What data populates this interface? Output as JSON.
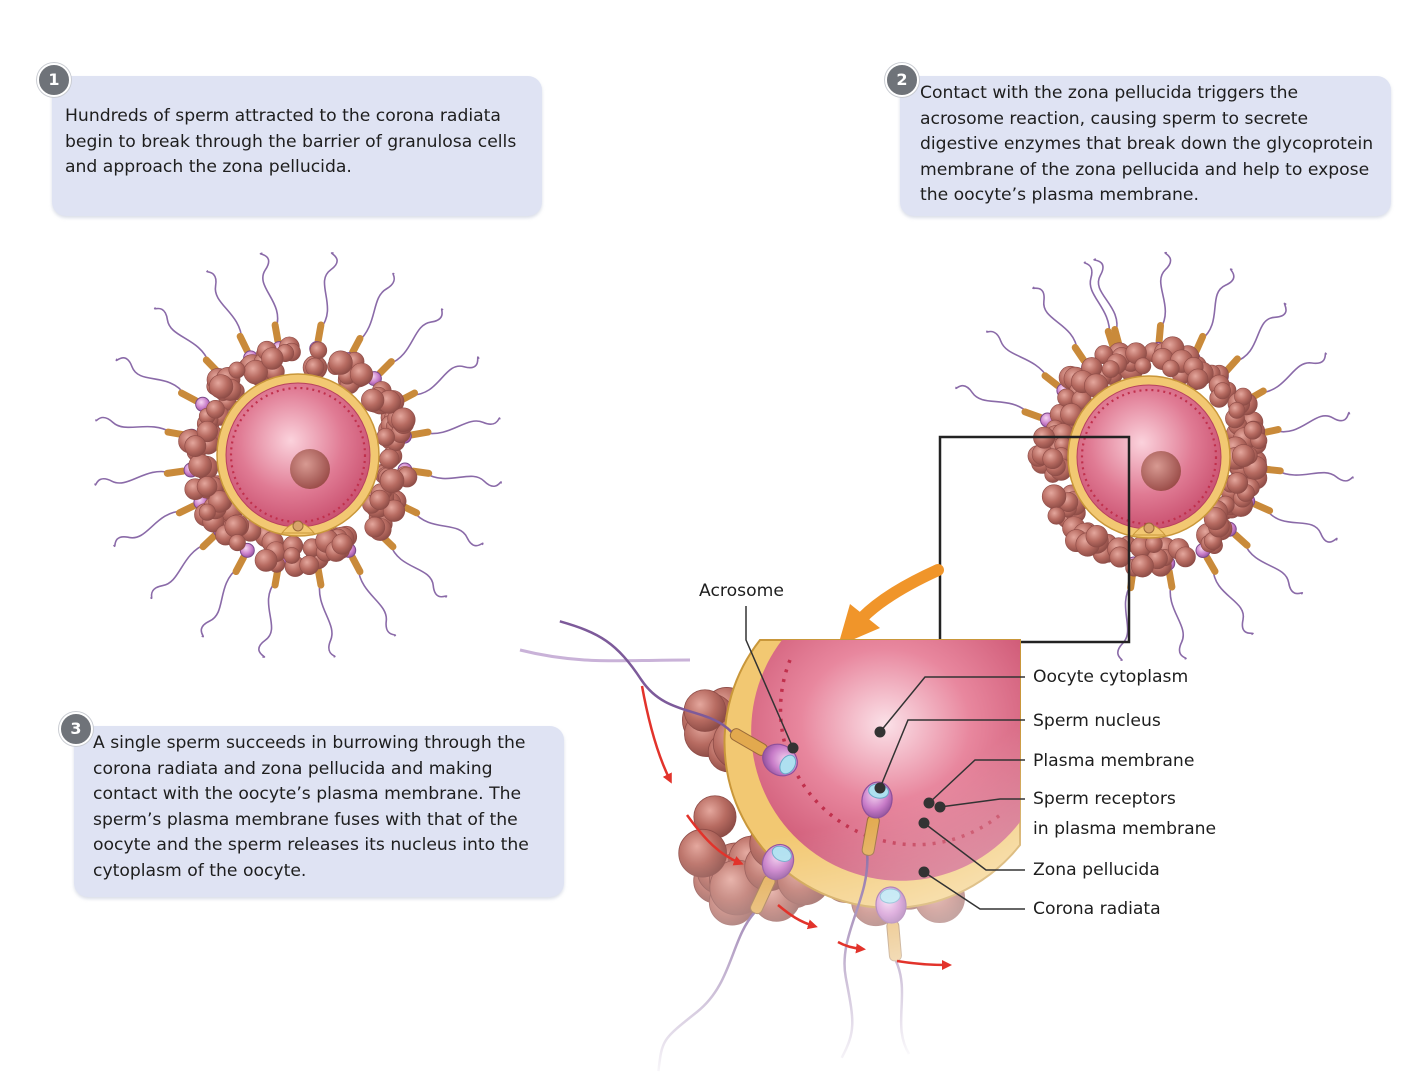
{
  "steps": [
    {
      "number": "1",
      "text": "Hundreds of sperm attracted to the corona radiata begin to break through the barrier of granulosa cells and approach the zona pellucida."
    },
    {
      "number": "2",
      "text": "Contact with the zona pellucida triggers the acrosome reaction, causing sperm to secrete digestive enzymes that break down the glycoprotein membrane of the zona pellucida and help to expose the oocyte’s plasma membrane."
    },
    {
      "number": "3",
      "text": "A single sperm succeeds in burrowing through the corona radiata and zona pellucida and making contact with the oocyte’s plasma membrane. The sperm’s plasma membrane fuses with that of the oocyte and the sperm releases its nucleus into the cytoplasm of the oocyte."
    }
  ],
  "labels": {
    "acrosome": "Acrosome",
    "oocyte_cytoplasm": "Oocyte cytoplasm",
    "sperm_nucleus": "Sperm nucleus",
    "plasma_membrane": "Plasma membrane",
    "sperm_receptors_line1": "Sperm receptors",
    "sperm_receptors_line2": "in plasma membrane",
    "zona_pellucida": "Zona pellucida",
    "corona_radiata": "Corona radiata"
  },
  "colors": {
    "text_box_bg": "#dfe3f3",
    "badge": "#6f7379",
    "corona_cells": "#b76b61",
    "zona": "#f2c872",
    "cytoplasm": "#d85d7b",
    "sperm_head": "#c87cc8",
    "sperm_tail": "#7d5a9a",
    "arrow_red": "#e2332b",
    "arrow_orange": "#f0952a",
    "leader_line": "#333333"
  }
}
